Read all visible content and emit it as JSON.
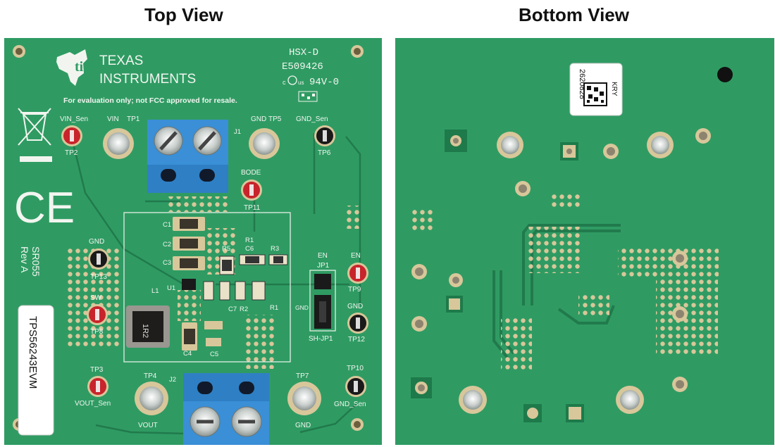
{
  "titles": {
    "top": "Top View",
    "bottom": "Bottom View"
  },
  "top": {
    "logo_line1": "TEXAS",
    "logo_line2": "INSTRUMENTS",
    "fab_code": "HSX-D",
    "ul_file": "E509426",
    "ul_mark": "c",
    "ul_us": "us",
    "flammability": "94V-0",
    "disclaimer": "For evaluation only; not FCC approved for resale.",
    "model": "SR055",
    "revision": "Rev A",
    "evm_name": "TPS56243EVM",
    "ce_mark": "CE",
    "labels": {
      "vin_sen": "VIN_Sen",
      "vin": "VIN",
      "tp1": "TP1",
      "tp2": "TP2",
      "j1": "J1",
      "gnd_tp5": "GND",
      "tp5": "TP5",
      "gnd_sen": "GND_Sen",
      "tp6": "TP6",
      "bode": "BODE",
      "tp11": "TP11",
      "gnd_tp13": "GND",
      "tp13": "TP13",
      "sw": "SW",
      "tp8": "TP8",
      "tp3": "TP3",
      "vout_sen": "VOUT_Sen",
      "tp4": "TP4",
      "vout": "VOUT",
      "j2": "J2",
      "tp7": "TP7",
      "gnd_tp7": "GND",
      "tp10": "TP10",
      "gnd_sen2": "GND_Sen",
      "en_tp9": "EN",
      "tp9": "TP9",
      "en_jp1": "EN",
      "jp1": "JP1",
      "gnd_jp1": "GND",
      "sh_jp1": "SH-JP1",
      "gnd_tp12": "GND",
      "tp12": "TP12",
      "c1": "C1",
      "c2": "C2",
      "c3": "C3",
      "c4": "C4",
      "c5": "C5",
      "c6": "C6",
      "c7": "C7",
      "r1": "R1",
      "r1b": "R1",
      "r2": "R2",
      "r3": "R3",
      "r5": "R5",
      "l1": "L1",
      "u1": "U1",
      "inductor_mark": "1R2"
    }
  },
  "bottom": {
    "serial": "2620828",
    "code": "KRY"
  },
  "colors": {
    "pcb": "#2f9b63",
    "pcb_dark": "#1e7a4a",
    "silk": "#f2f5ef",
    "pad": "#d8c79a",
    "terminal": "#3a8fd6",
    "testpoint_red": "#c8242b",
    "testpoint_black": "#1a1a1a"
  }
}
